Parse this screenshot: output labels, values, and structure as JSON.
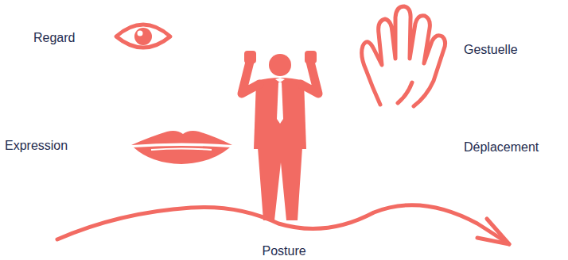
{
  "diagram": {
    "labels": [
      "Regard",
      "Gestuelle",
      "Expression",
      "Déplacement",
      "Posture"
    ]
  }
}
